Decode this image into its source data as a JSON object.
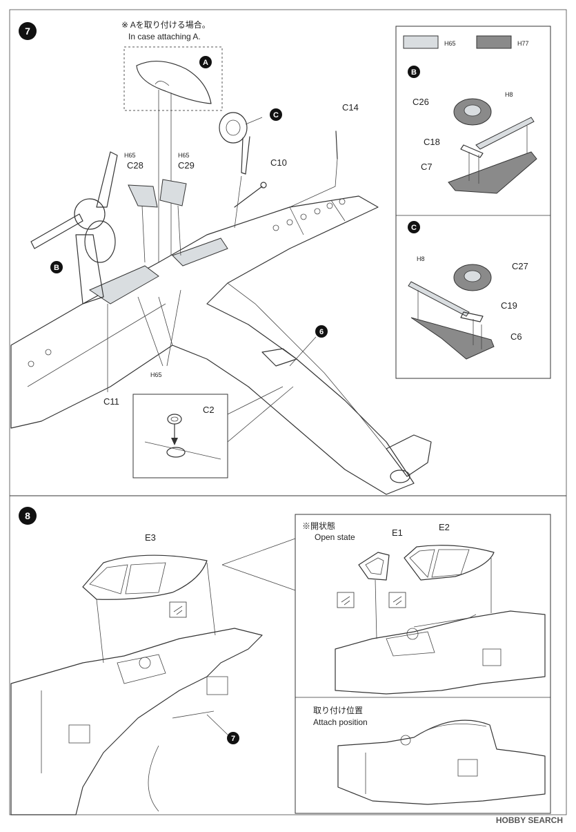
{
  "step7": {
    "number": "7",
    "note_jp": "※ Aを取り付ける場合。",
    "note_en": "In case attaching A.",
    "callouts": {
      "a": "A",
      "b": "B",
      "c": "C",
      "six": "6"
    },
    "parts": {
      "c2": "C2",
      "c6": "C6",
      "c7": "C7",
      "c10": "C10",
      "c11": "C11",
      "c14": "C14",
      "c18": "C18",
      "c19": "C19",
      "c26": "C26",
      "c27": "C27",
      "c28": "C28",
      "c29": "C29"
    },
    "paint": {
      "h65": "H65",
      "h77": "H77",
      "h8": "H8"
    }
  },
  "step8": {
    "number": "8",
    "note_jp": "※開状態",
    "note_en": "Open state",
    "attach_jp": "取り付け位置",
    "attach_en": "Attach position",
    "parts": {
      "e1": "E1",
      "e2": "E2",
      "e3": "E3"
    },
    "callout_seven": "7"
  },
  "watermark": "HOBBY SEARCH",
  "colors": {
    "h65": "#d9dde0",
    "h77": "#8a8a8a"
  }
}
